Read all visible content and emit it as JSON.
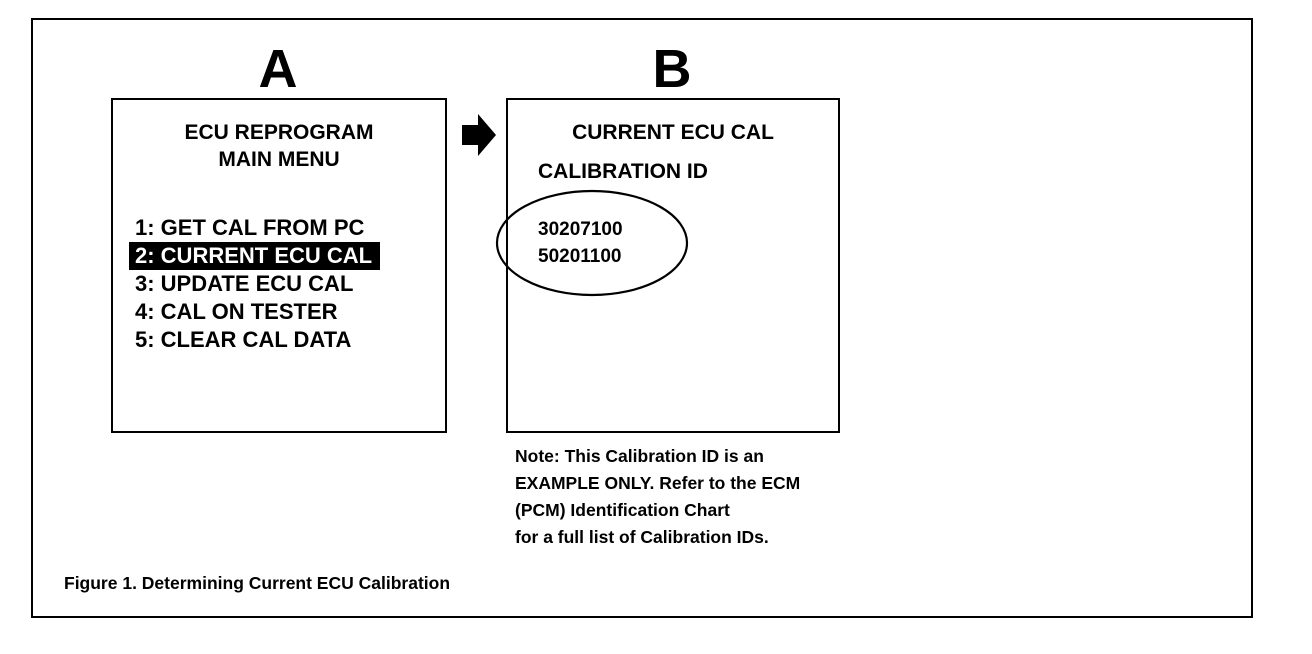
{
  "panels": {
    "a": {
      "letter": "A",
      "title_line1": "ECU REPROGRAM",
      "title_line2": "MAIN MENU",
      "menu_items": [
        "1: GET CAL FROM PC",
        "2: CURRENT ECU CAL",
        "3: UPDATE ECU CAL",
        "4: CAL ON TESTER",
        "5: CLEAR CAL DATA"
      ],
      "selected_index": 1
    },
    "b": {
      "letter": "B",
      "title": "CURRENT ECU CAL",
      "label": "CALIBRATION ID",
      "ids": [
        "30207100",
        "50201100"
      ]
    }
  },
  "note": {
    "lines": [
      "Note: This Calibration ID is an",
      "EXAMPLE ONLY. Refer to the ECM",
      "(PCM) Identification Chart",
      "for a full list of Calibration IDs."
    ]
  },
  "caption": "Figure 1. Determining Current ECU Calibration",
  "icons": {
    "arrow": "right-arrow-icon"
  },
  "colors": {
    "ink": "#000000",
    "paper": "#ffffff",
    "highlight_bg": "#000000",
    "highlight_text": "#ffffff"
  }
}
